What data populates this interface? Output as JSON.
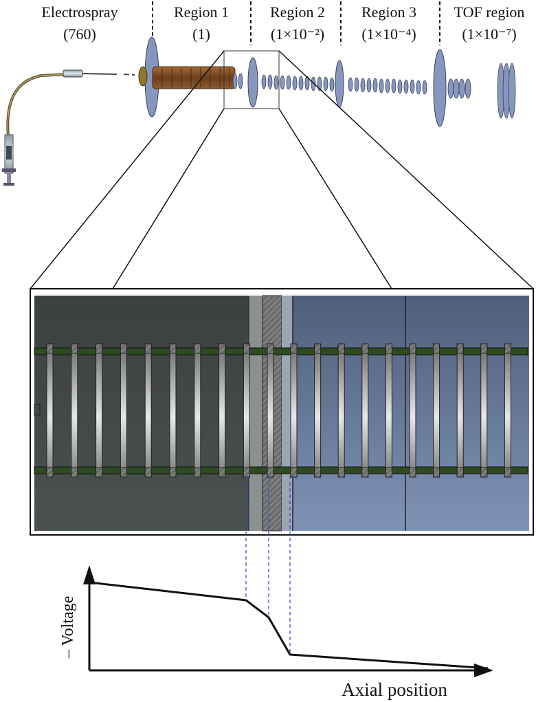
{
  "regions": [
    {
      "title": "Electrospray",
      "pressure": "(760)"
    },
    {
      "title": "Region 1",
      "pressure": "(1)"
    },
    {
      "title": "Region 2",
      "pressure": "(1×10⁻²)"
    },
    {
      "title": "Region 3",
      "pressure": "(1×10⁻⁴)"
    },
    {
      "title": "TOF region",
      "pressure": "(1×10⁻⁷)"
    }
  ],
  "graph": {
    "y_label": "– Voltage",
    "x_label": "Axial position"
  },
  "colors": {
    "electrode": "#8796bd",
    "tube": "#7a4a22",
    "rod": "#2e4a22",
    "zoom_dark": "#3b3f40",
    "zoom_light": "#5a6f94"
  }
}
